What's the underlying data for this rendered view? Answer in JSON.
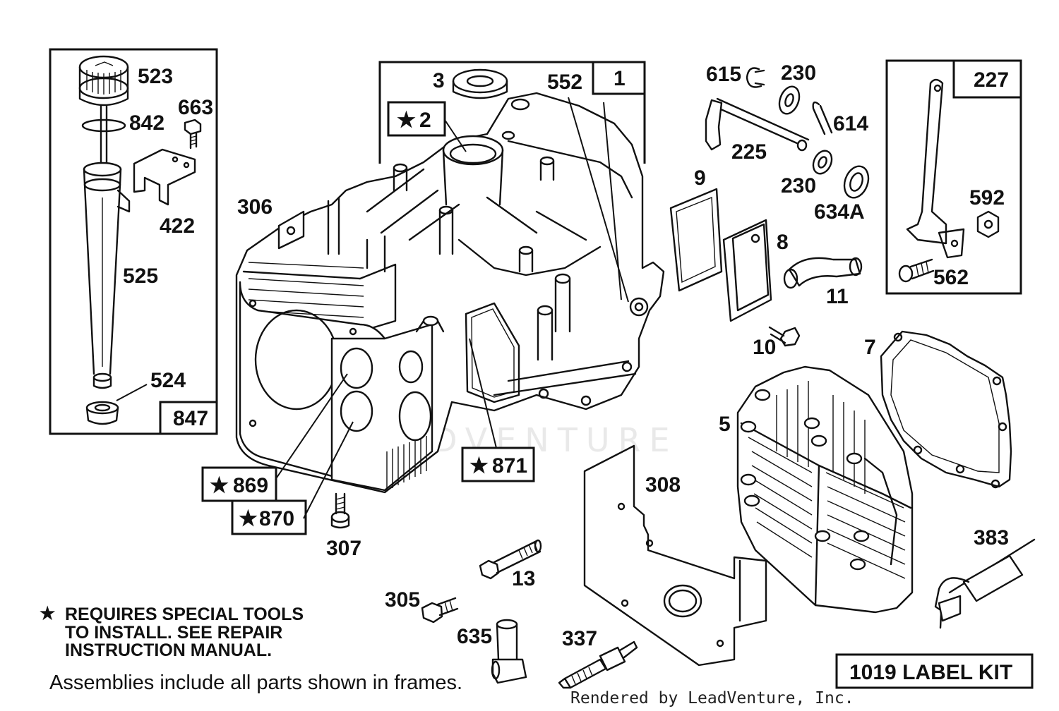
{
  "diagram": {
    "part_labels": {
      "p523": "523",
      "p663": "663",
      "p842": "842",
      "p422": "422",
      "p525": "525",
      "p524": "524",
      "p3": "3",
      "p552": "552",
      "p306": "306",
      "p615": "615",
      "p230a": "230",
      "p614": "614",
      "p225": "225",
      "p230b": "230",
      "p634a": "634A",
      "p9": "9",
      "p8": "8",
      "p11": "11",
      "p10": "10",
      "p592": "592",
      "p562": "562",
      "p7": "7",
      "p5": "5",
      "p308": "308",
      "p307": "307",
      "p13": "13",
      "p305": "305",
      "p635": "635",
      "p337": "337",
      "p383": "383"
    },
    "boxed_labels": {
      "b1": "1",
      "b2": "2",
      "b847": "847",
      "b227": "227",
      "b869": "869",
      "b870": "870",
      "b871": "871"
    },
    "star_symbol": "★",
    "notes": {
      "special_tools_line1": "REQUIRES SPECIAL TOOLS",
      "special_tools_line2": "TO INSTALL.  SEE REPAIR",
      "special_tools_line3": "INSTRUCTION MANUAL.",
      "assemblies": "Assemblies include all parts shown in frames.",
      "label_kit": "1019 LABEL KIT",
      "rendered_by": "Rendered by LeadVenture, Inc.",
      "watermark": "LEADVENTURE"
    }
  }
}
